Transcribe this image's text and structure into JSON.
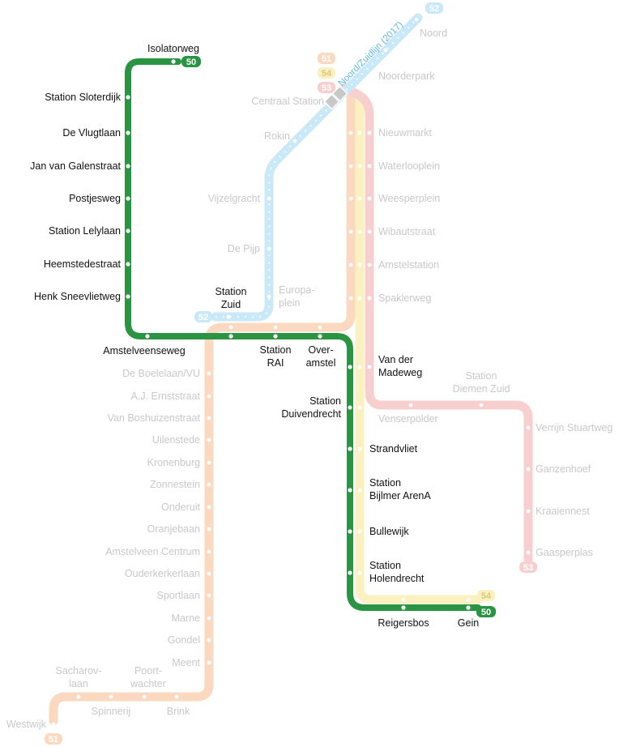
{
  "lines": {
    "m50": {
      "name": "50",
      "color": "#2a9443"
    },
    "m51": {
      "name": "51",
      "color": "#fbd9c0"
    },
    "m52": {
      "name": "52",
      "color": "#c9e8f8"
    },
    "m53": {
      "name": "53",
      "color": "#f8cfcf"
    },
    "m54": {
      "name": "54",
      "color": "#fbf0c0"
    }
  },
  "annotation": "Noord/Zuidlijn (2017)",
  "stations": {
    "isolatorweg": "Isolatorweg",
    "sloterdijk": "Station Sloterdijk",
    "vlugtlaan": "De Vlugtlaan",
    "galenstraat": "Jan van Galenstraat",
    "postjesweg": "Postjesweg",
    "lelylaan": "Station Lelylaan",
    "heemstedestraat": "Heemstedestraat",
    "sneevliet": "Henk Sneevlietweg",
    "amstelveenseweg": "Amstelveenseweg",
    "zuid_1": "Station",
    "zuid_2": "Zuid",
    "rai_1": "Station",
    "rai_2": "RAI",
    "overamstel_1": "Over-",
    "overamstel_2": "amstel",
    "vandermadeweg_1": "Van der",
    "vandermadeweg_2": "Madeweg",
    "duivendrecht_1": "Station",
    "duivendrecht_2": "Duivendrecht",
    "strandvliet": "Strandvliet",
    "bijlmer_1": "Station",
    "bijlmer_2": "Bijlmer ArenA",
    "bullewijk": "Bullewijk",
    "holendrecht_1": "Station",
    "holendrecht_2": "Holendrecht",
    "reigersbos": "Reigersbos",
    "gein": "Gein",
    "noord": "Noord",
    "noorderpark": "Noorderpark",
    "centraal": "Centraal Station",
    "rokin": "Rokin",
    "vijzelgracht": "Vijzelgracht",
    "depijp": "De Pijp",
    "europaplein_1": "Europa-",
    "europaplein_2": "plein",
    "nieuwmarkt": "Nieuwmarkt",
    "waterlooplein": "Waterlooplein",
    "weesperplein": "Weesperplein",
    "wibautstraat": "Wibautstraat",
    "amstelstation": "Amstelstation",
    "spaklerweg": "Spaklerweg",
    "venserpolder": "Venserpolder",
    "diemenzuid_1": "Station",
    "diemenzuid_2": "Diemen Zuid",
    "verrijn": "Verrijn Stuartweg",
    "ganzenhoef": "Ganzenhoef",
    "kraaiennest": "Kraaiennest",
    "gaasperplas": "Gaasperplas",
    "boelelaan": "De Boelelaan/VU",
    "ernststraat": "A.J. Ernststraat",
    "boshuizenstraat": "Van Boshuizenstraat",
    "uilenstede": "Uilenstede",
    "kronenburg": "Kronenburg",
    "zonnestein": "Zonnestein",
    "onderuit": "Onderuit",
    "oranjebaan": "Oranjebaan",
    "amstelveencentrum": "Amstelveen Centrum",
    "ouderkerkerlaan": "Ouderkerkerlaan",
    "sportlaan": "Sportlaan",
    "marne": "Marne",
    "gondel": "Gondel",
    "meent": "Meent",
    "sacharovlaan_1": "Sacharov-",
    "sacharovlaan_2": "laan",
    "poortwachter_1": "Poort-",
    "poortwachter_2": "wachter",
    "spinnerij": "Spinnerij",
    "brink": "Brink",
    "westwijk": "Westwijk"
  }
}
